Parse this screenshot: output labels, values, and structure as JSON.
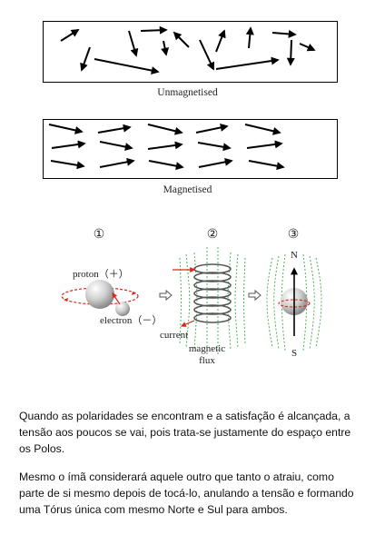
{
  "captions": {
    "unmagnetised": "Unmagnetised",
    "magnetised": "Magnetised"
  },
  "steps": {
    "step1": "①",
    "step2": "②",
    "step3": "③"
  },
  "labels": {
    "proton": "proton（＋）",
    "electron": "electron（－）",
    "current": "current",
    "magnetic": "magnetic",
    "flux": "flux",
    "north": "N",
    "south": "S"
  },
  "text": {
    "paragraph1": "Quando as polaridades se encontram e a satisfação é alcançada, a tensão aos poucos se vai, pois trata-se justamente do espaço entre os Polos.",
    "paragraph2": "Mesmo o ímã considerará aquele outro que tanto o atraiu, como parte de si mesmo depois de tocá-lo, anulando a tensão e formando uma Tórus única com mesmo Norte e Sul para ambos."
  },
  "colors": {
    "flux_lines": "#3aa845",
    "arrows": "#d9281e",
    "coil": "#555555"
  }
}
